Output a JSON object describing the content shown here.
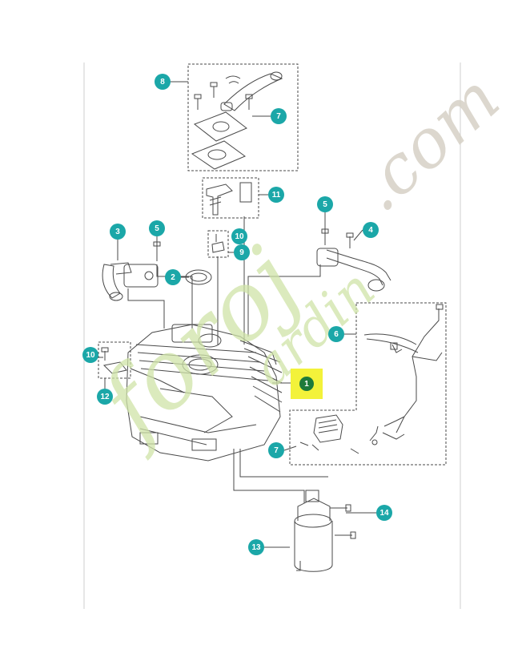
{
  "callouts": {
    "c8": "8",
    "c7_top": "7",
    "c11": "11",
    "c3": "3",
    "c5_left": "5",
    "c2": "2",
    "c10_mid": "10",
    "c9": "9",
    "c5_right": "5",
    "c4": "4",
    "c6": "6",
    "c10_left": "10",
    "c12": "12",
    "c7_bottom": "7",
    "c14": "14",
    "c13": "13",
    "c1": "1"
  },
  "watermark": {
    "main": "foroj",
    "tail": "ardin",
    "domain": ".com"
  },
  "colors": {
    "callout": "#1ba7a8",
    "highlight": "#f3f23a",
    "badge": "#1d7a3b",
    "line": "#4a4a4a",
    "watermark_green": "#cfe3a8",
    "watermark_orange": "#f0c49a",
    "watermark_gray": "#d6d1c6"
  }
}
